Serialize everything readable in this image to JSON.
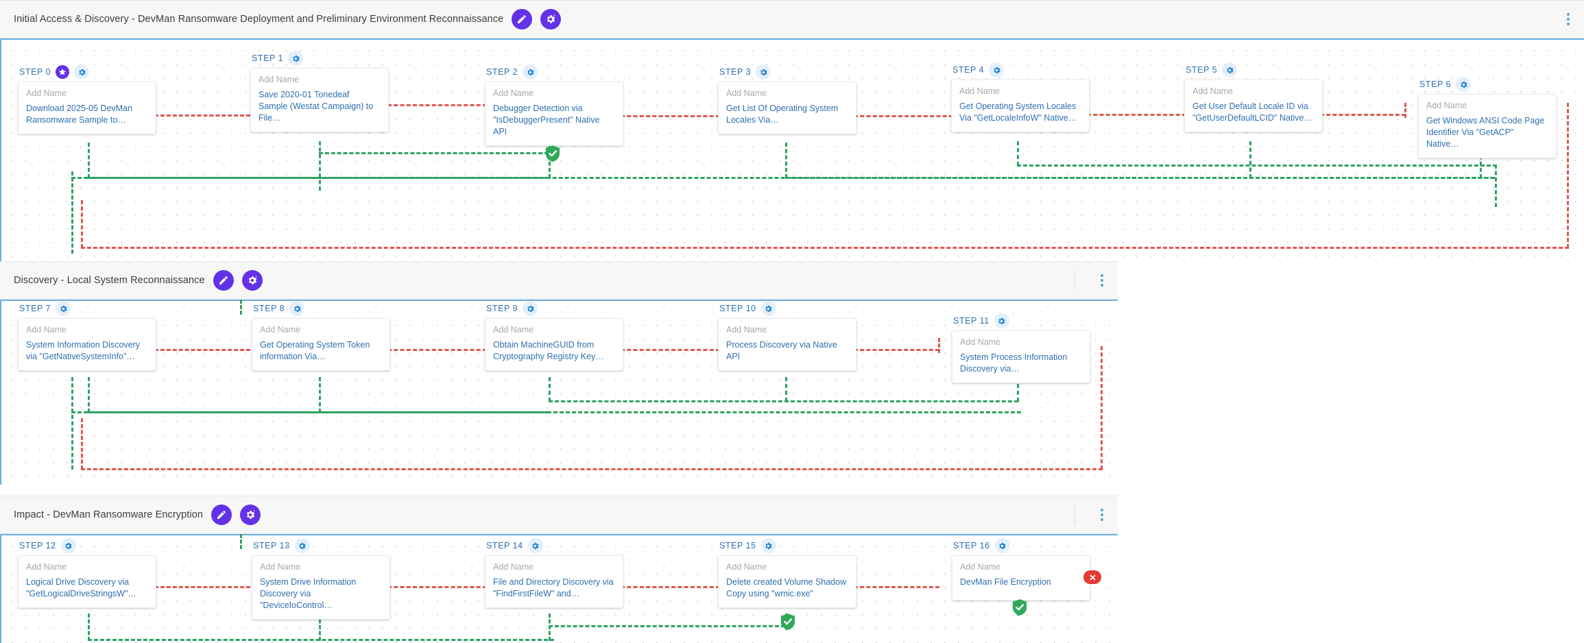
{
  "app": {
    "kebab_icon": "kebab-vertical-icon",
    "edit_icon": "pencil-icon",
    "ai_gear_icon": "gear-sparkle-icon",
    "gear_icon": "gear-icon",
    "star_icon": "star-icon",
    "success_icon": "shield-check-icon",
    "failure_icon": "circle-x-icon",
    "colors": {
      "accent_purple": "#6331e8",
      "step_blue": "#2f6fae",
      "gear_blue": "#1e7fd1",
      "gear_chip_bg": "#e3f0fb",
      "lane_border": "#6aaee0",
      "header_bg": "#f7f7f7",
      "connector_red": "#e0574f",
      "connector_green": "#2fa260",
      "success_green": "#2fa85a",
      "failure_red": "#e53935",
      "placeholder_grey": "#a9a9a9",
      "grid_dot": "#d8d8d8"
    },
    "card_placeholder": "Add Name"
  },
  "sections": [
    {
      "title": "Initial Access & Discovery - DevMan Ransomware Deployment and Preliminary Environment Reconnaissance",
      "steps": [
        {
          "label": "STEP 0",
          "placeholder": "Add Name",
          "desc": "Download 2025-05 DevMan Ransomware Sample to…",
          "starred": true
        },
        {
          "label": "STEP 1",
          "placeholder": "Add Name",
          "desc": "Save 2020-01 Tonedeaf Sample (Westat Campaign) to File…",
          "starred": false
        },
        {
          "label": "STEP 2",
          "placeholder": "Add Name",
          "desc": "Debugger Detection via \"IsDebuggerPresent\" Native API",
          "starred": false
        },
        {
          "label": "STEP 3",
          "placeholder": "Add Name",
          "desc": "Get List Of Operating System Locales Via…",
          "starred": false
        },
        {
          "label": "STEP 4",
          "placeholder": "Add Name",
          "desc": "Get Operating System Locales Via \"GetLocaleInfoW\" Native…",
          "starred": false
        },
        {
          "label": "STEP 5",
          "placeholder": "Add Name",
          "desc": "Get User Default Locale ID via \"GetUserDefaultLCID\" Native…",
          "starred": false
        },
        {
          "label": "STEP 6",
          "placeholder": "Add Name",
          "desc": "Get Windows ANSI Code Page Identifier Via \"GetACP\" Native…",
          "starred": false
        }
      ],
      "status_badges": [
        {
          "type": "success"
        }
      ]
    },
    {
      "title": "Discovery - Local System Reconnaissance",
      "steps": [
        {
          "label": "STEP 7",
          "placeholder": "Add Name",
          "desc": "System Information Discovery via \"GetNativeSystemInfo\"…",
          "starred": false
        },
        {
          "label": "STEP 8",
          "placeholder": "Add Name",
          "desc": "Get Operating System Token information Via…",
          "starred": false
        },
        {
          "label": "STEP 9",
          "placeholder": "Add Name",
          "desc": "Obtain MachineGUID from Cryptography Registry Key…",
          "starred": false
        },
        {
          "label": "STEP 10",
          "placeholder": "Add Name",
          "desc": "Process Discovery via Native API",
          "starred": false
        },
        {
          "label": "STEP 11",
          "placeholder": "Add Name",
          "desc": "System Process Information Discovery via…",
          "starred": false
        }
      ],
      "status_badges": []
    },
    {
      "title": "Impact - DevMan Ransomware Encryption",
      "steps": [
        {
          "label": "STEP 12",
          "placeholder": "Add Name",
          "desc": "Logical Drive Discovery via \"GetLogicalDriveStringsW\"…",
          "starred": false
        },
        {
          "label": "STEP 13",
          "placeholder": "Add Name",
          "desc": "System Drive Information Discovery via \"DeviceIoControl…",
          "starred": false
        },
        {
          "label": "STEP 14",
          "placeholder": "Add Name",
          "desc": "File and Directory Discovery via \"FindFirstFileW\" and…",
          "starred": false
        },
        {
          "label": "STEP 15",
          "placeholder": "Add Name",
          "desc": "Delete created Volume Shadow Copy using \"wmic.exe\"",
          "starred": false
        },
        {
          "label": "STEP 16",
          "placeholder": "Add Name",
          "desc": "DevMan File Encryption",
          "starred": false
        }
      ],
      "status_badges": [
        {
          "type": "failure"
        },
        {
          "type": "success"
        }
      ]
    }
  ]
}
